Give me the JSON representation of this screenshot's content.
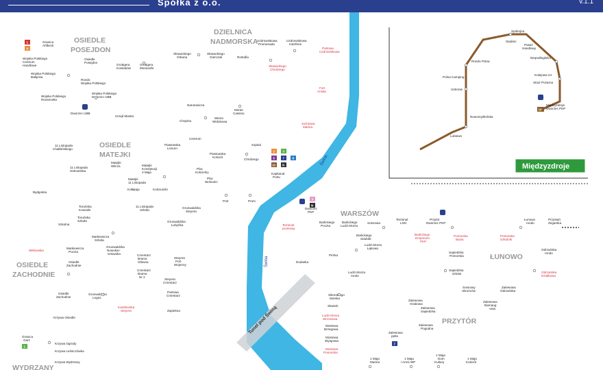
{
  "header": {
    "subtitle": "Spółka z o.o.",
    "version": "v.1.1"
  },
  "colors": {
    "header_bg": "#2a3f8e",
    "river": "#3fb6e3",
    "line_red": "#d6323c",
    "line_green": "#58b347",
    "line_blue": "#2a7fc1",
    "line_purple": "#7a3c96",
    "line_navy": "#2a3f8e",
    "line_orange": "#e98e3a",
    "line_brown": "#8a5a2b",
    "line_pink": "#e79bc3",
    "line_black": "#333333",
    "mz_green": "#2e9a3c"
  },
  "districts": {
    "posejdon_1": "OSIEDLE",
    "posejdon_2": "POSEJDON",
    "nadmorska_1": "DZIELNICA",
    "nadmorska_2": "NADMORSKA",
    "matejki_1": "OSIEDLE",
    "matejki_2": "MATEJKI",
    "zachodnie_1": "OSIEDLE",
    "zachodnie_2": "ZACHODNIE",
    "warszow": "WARSZÓW",
    "lunowo": "ŁUNOWO",
    "przytor": "PRZYTÓR",
    "wydrzany": "WYDRZANY"
  },
  "river": {
    "name_1": "Świna",
    "name_2": "Świna"
  },
  "tunnel": {
    "name": "Tunel pod Świną"
  },
  "miedzyzdroje": {
    "label": "Międzyzdroje"
  },
  "badges": {
    "b1": "1",
    "b4": "4",
    "b2": "2",
    "b3": "3",
    "b5": "5",
    "b7": "7",
    "b8": "8",
    "b10": "10",
    "bN": "N",
    "bC": "C",
    "bD": "D",
    "bM10": "10",
    "bP7": "7",
    "b3b": "3"
  },
  "stations": {
    "graniczna_1": "Granica",
    "graniczna_2": "Ahlbeck",
    "wp_centrum_1": "Wojska Polskiego",
    "wp_centrum_2": "Centrum",
    "wp_centrum_3": "Handlowe",
    "wp_baltycka_1": "Wojska Polskiego",
    "wp_baltycka_2": "Bałtycka",
    "wp_roosevelta_1": "Wojska Polskiego",
    "wp_roosevelta_2": "Roosevelta",
    "posejdon_st_1": "Osiedle",
    "posejdon_st_2": "Posejdon",
    "rondo_wp_1": "Rondo",
    "rondo_wp_2": "Wojska Polskiego",
    "wp_dworzec_1": "Wojska Polskiego",
    "wp_dworzec_2": "Dworzec UBB",
    "dworzec_ubb": "Dworzec UBB",
    "urzad_miasta": "Urząd Miasta",
    "grottgera_kos_1": "Grottgera",
    "grottgera_kos_2": "Kossaków",
    "grottgera_mon_1": "Grottgera",
    "grottgera_mon_2": "Moniuszki",
    "slow_orkana_1": "Słowackiego",
    "slow_orkana_2": "Orkana",
    "slow_gen_1": "Słowackiego",
    "slow_gen_2": "Gierczak",
    "rostafia": "Rostafia",
    "uzdrow_prom_1": "Uzdrowiskowa",
    "uzdrow_prom_2": "Promenada",
    "uzdrow_inter_1": "Uzdrowiskowa",
    "uzdrow_inter_2": "Interferie",
    "partowa_1": "Partowa",
    "partowa_2": "Uzdrowiskowa",
    "slow_chrob_1": "Słowackiego",
    "slow_chrob_2": "Chrobrego",
    "fort_1": "Fort",
    "fort_2": "Anioła",
    "jachtowa_1": "Jachtowa",
    "jachtowa_2": "Marina",
    "narutowicza": "Narutowicza",
    "monte_1": "Monte",
    "monte_2": "Cassino",
    "chopina": "Chopina",
    "wieza_1": "Wieża",
    "wieza_2": "Widokowa",
    "centrum": "Centrum",
    "szpital": "Szpital",
    "list11_chal_1": "11 Listopada",
    "list11_chal_2": "Chałbińskiego",
    "matejki_wil_1": "Matejki",
    "matejki_wil_2": "Wilcza",
    "piastowska_lic_1": "Piastowska",
    "piastowska_lic_2": "Liceum",
    "piastowska_kos_1": "Piastowska",
    "piastowska_kos_2": "Kościół",
    "chrobrego": "Chrobrego",
    "matejki_3maja_1": "Matejki",
    "matejki_3maja_2": "Konstytucji",
    "matejki_3maja_3": "3 Maja",
    "list11_helm_1": "11 Listopada",
    "list11_helm_2": "Hetmańska",
    "matejki_list_1": "Matejki",
    "matejki_list_2": "11 Listopada",
    "kolladaja": "Kołłątaja",
    "plac_kon_1": "Plac",
    "plac_kon_2": "Kościelny",
    "plac_wol_1": "Plac",
    "plac_wol_2": "Wolności",
    "kapitanat_1": "Kapitanat",
    "kapitanat_2": "Portu",
    "kosciuszki": "Kościuszki",
    "bydgoska": "Bydgoska",
    "port": "Port",
    "prom": "Prom",
    "torunska_kosz_1": "Toruńska",
    "torunska_kosz_2": "Koszalin",
    "list11_szk_1": "11 Listopada",
    "list11_szk_2": "Szkoła",
    "torunska_szk_1": "Toruńska",
    "torunska_szk_2": "Szkoła",
    "grun_stzy_1": "Grunwaldzka",
    "grun_stzy_2": "Steyera",
    "szkolna": "Szkolna",
    "grun_lub_1": "Grunwaldzka",
    "grun_lub_2": "Łubyńka",
    "markiewicza_szk_1": "Markiewicza",
    "markiewicza_szk_2": "Szkoła",
    "witkowska": "Witkowska",
    "markiewicza_pocz_1": "Markiewicza",
    "markiewicza_pocz_2": "Poczta",
    "grun_now_1": "Grunwaldzka",
    "grun_now_2": "Nowokar-",
    "grun_now_3": "sztowska",
    "osiedle_zach_1": "Osiedle",
    "osiedle_zach_2": "Zachodnie",
    "cm_brama_1": "Cmentarz",
    "cm_brama_2": "Brama",
    "cm_brama_3": "Główna",
    "steyera_port_1": "Steyera",
    "steyera_port_2": "Port",
    "steyera_port_3": "Wojenny",
    "cm_brama2_1": "Cmentarz",
    "cm_brama2_2": "Brama",
    "cm_brama2_3": "Nr 2",
    "steyera_cm_1": "Steyera",
    "steyera_cm_2": "Cmentarz",
    "grun_logos_1": "Grunwaldzka",
    "grun_logos_2": "Logos",
    "osiedle_zach2_1": "Osiedle",
    "osiedle_zach2_2": "Zachodnie",
    "partowa_cm_1": "Partowa",
    "partowa_cm_2": "Cmentarz",
    "karsibor_1": "Karsiborska",
    "karsibor_2": "Steyera",
    "zapiekna": "Zapiekna",
    "krzywa_osiedle": "Krzywa Osiedle",
    "granica_gard_1": "Granica",
    "granica_gard_2": "Garz",
    "krzywa_ogrody": "Krzywa Ogrody",
    "krzywa_leszn": "Krzywa Leśniczówka",
    "krzywa_wydrz": "Krzywa Wydrzany",
    "terminal_prom_1": "Terminal",
    "terminal_prom_2": "promowy",
    "dworzec_pkp_1": "Dworzec",
    "dworzec_pkp_2": "PKP",
    "dudaska": "Dudaska",
    "barlickiego_pocz_1": "Barlickiego",
    "barlickiego_pocz_2": "Poczta",
    "barlickiego_ld_1": "Barlickiego",
    "barlickiego_ld_2": "Ludzi Morza",
    "barlickiego_wiad_1": "Barlickiego",
    "barlickiego_wiad_2": "wiadukt",
    "sosnowa": "Sosnowa",
    "ludzi_morza_lak_1": "Ludzi Morza",
    "ludzi_morza_lak_2": "Łąkowa",
    "terminal_lng_1": "Terminal",
    "terminal_lng_2": "LNG",
    "przytor_dw_1": "Przytór",
    "przytor_dw_2": "Dworzec PKP",
    "barlickiego_emp_1": "Barlickiego",
    "barlickiego_emp_2": "Emporium",
    "barlickiego_emp_3": "PKP",
    "lunowo_rondo_1": "Łunowo",
    "lunowo_rondo_2": "rondo",
    "przystan_1": "Przystań",
    "przystan_2": "Zegarska",
    "pirnka": "Pirnka",
    "ludzi_morza_rondo_1": "Ludzi Morza",
    "ludzi_morza_rondo_2": "rondo",
    "pomorska_baz_1": "Pomorska",
    "pomorska_baz_2": "Bazia",
    "pomorska_szk_1": "Pomorska",
    "pomorska_szk_2": "Szkolnik",
    "odrzanska_1": "Odrzańska",
    "odrzanska_2": "rondo",
    "sapiedzka_pom_1": "Sapiedzka",
    "sapiedzka_pom_2": "Pomorska",
    "sapiedzka_szk_1": "Sapiedzka",
    "sapiedzka_szk_2": "szkoła",
    "odrzanska_dz_1": "Odrzańska",
    "odrzanska_dz_2": "Działkowa",
    "sosnowy_ob_1": "Sosnowy",
    "sosnowy_ob_2": "obrońców",
    "zalewowa_odrz_1": "Zalewowa",
    "zalewowa_odrz_2": "Odrzańska",
    "zalewowa_barn_1": "Zalewowa",
    "zalewowa_barn_2": "Barnaug",
    "zalewowa_barn_3": "-owa",
    "zalewowa_grab_1": "Zalewowa",
    "zalewowa_grab_2": "Grabowa",
    "zalewowa_sap_1": "Zalewowa",
    "zalewowa_sap_2": "Sapiedzka",
    "zalewowa_pog_1": "Zalewowa",
    "zalewowa_pog_2": "Pogodna",
    "zalewowa_petla_1": "Zalewowa",
    "zalewowa_petla_2": "pętla",
    "sikorskiego_morska_1": "Sikorskiego",
    "sikorskiego_morska_2": "Morska",
    "slowick": "Słowick",
    "ludzi_wrzos_1": "Ludzi Morza",
    "ludzi_wrzos_2": "Wrzosowa",
    "mostowa_brz_1": "Mostowa",
    "mostowa_brz_2": "Brzegowa",
    "mostowa_wys_1": "Mostowa",
    "mostowa_wys_2": "Wyspowa",
    "mostowa_pom_1": "Mostowa",
    "mostowa_pom_2": "Pomorska",
    "maja_marina_1": "1 Maja",
    "maja_marina_2": "Marina",
    "maja_armii_1": "1 Maja",
    "maja_armii_2": "i Armii WP",
    "maja_dom_1": "1 Maja",
    "maja_dom_2": "Dom",
    "maja_dom_3": "Kultury",
    "maja_kosciol_1": "1 Maja",
    "maja_kosciol_2": "Kościół",
    "mz_spokojna": "Spokojna",
    "mz_stadion": "Stadion",
    "mz_pasaz_1": "Pasaż",
    "mz_pasaz_2": "Handlowy",
    "mz_niepodleglosci": "Niepodległości",
    "mz_rondo_polna": "Rondo Polna",
    "mz_kolejowa": "Kolejowa 24",
    "mz_straz": "Straż Pożarna",
    "mz_polna_camp": "Polna Camping",
    "mz_ustronie": "Ustronie",
    "mz_dworzec_1": "Międzyzdroje",
    "mz_dworzec_2": "Dworzec PKP",
    "mz_nowomyslenska": "Nowomyśleńska",
    "mz_lubiewo": "Lubiewo"
  }
}
